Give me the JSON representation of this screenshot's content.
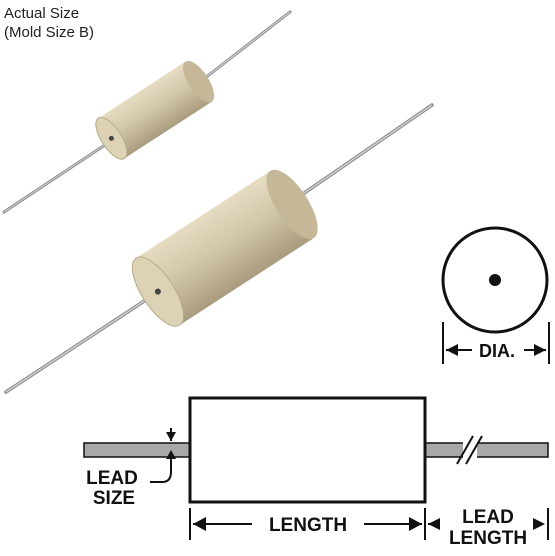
{
  "caption": {
    "line1": "Actual Size",
    "line2": "(Mold Size B)"
  },
  "labels": {
    "dia": "DIA.",
    "length": "LENGTH",
    "lead_size_1": "LEAD",
    "lead_size_2": "SIZE",
    "lead_length_1": "LEAD",
    "lead_length_2": "LENGTH"
  },
  "colors": {
    "body": "#cfc3a5",
    "body_shadow": "#b3a587",
    "body_end": "#ddd2b6",
    "lead": "#a8a8a8",
    "outline": "#111111"
  }
}
